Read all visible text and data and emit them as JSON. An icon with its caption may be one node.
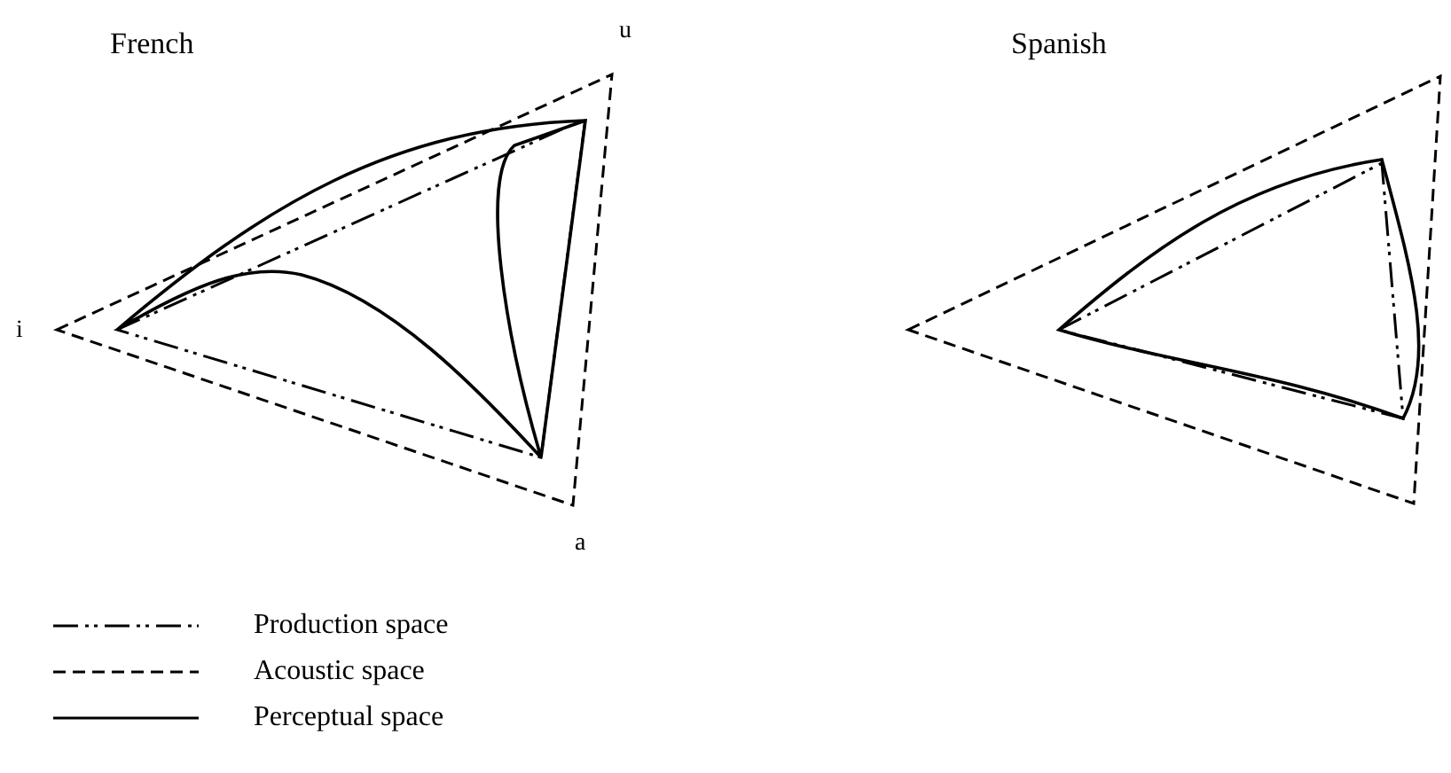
{
  "diagram": {
    "labels": [
      "French",
      "u",
      "i",
      "a",
      "Spanish"
    ],
    "legend": [
      {
        "text": "Production space"
      },
      {
        "text": "Acoustic space"
      },
      {
        "text": "Perceptual space"
      }
    ]
  }
}
